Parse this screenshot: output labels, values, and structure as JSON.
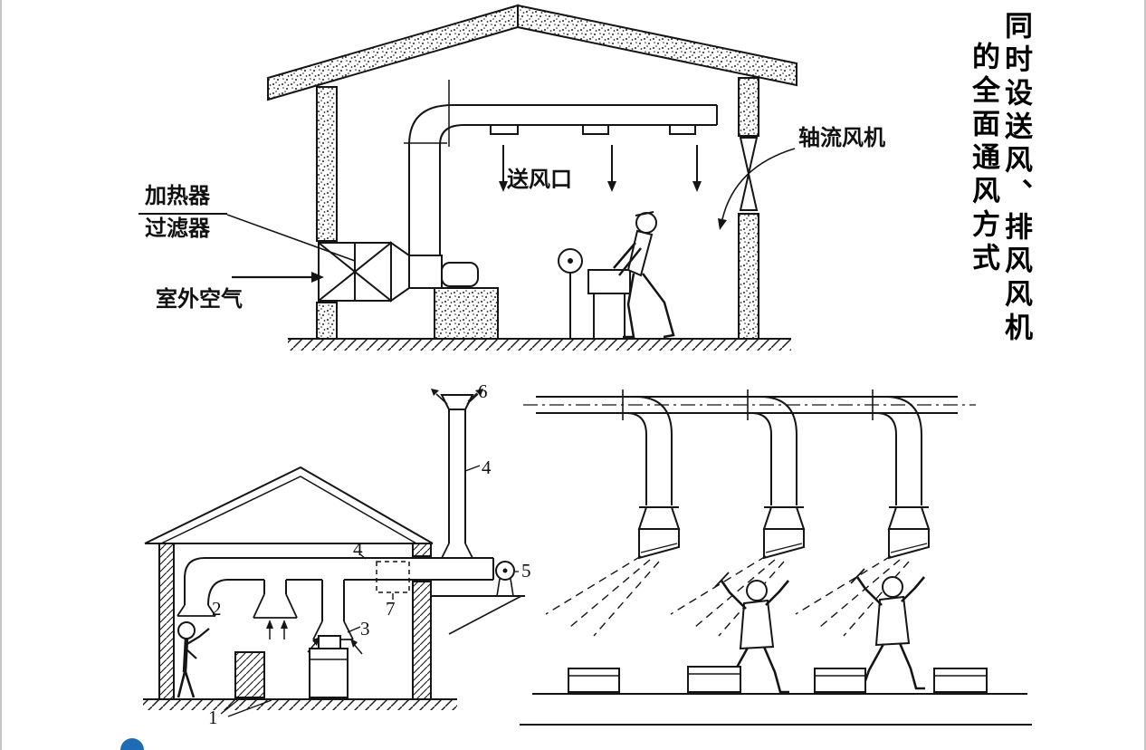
{
  "page": {
    "background": "#ffffff",
    "ink_color": "#151515",
    "edge_strip_color": "#c6c6c6"
  },
  "title_vertical": {
    "column_right": "同时设送风、排风风机",
    "column_left": "的全面通风方式"
  },
  "top_diagram": {
    "label_heater": "加热器",
    "label_filter": "过滤器",
    "label_outdoor_air": "室外空气",
    "label_supply_outlet": "送风口",
    "label_axial_fan": "轴流风机"
  },
  "bottom_left_diagram": {
    "num_floor": "1",
    "num_side_hood": "2",
    "num_canopy_hood": "3",
    "num_duct": "4",
    "num_stack": "4",
    "num_fan": "5",
    "num_cowl": "6",
    "num_damper": "7"
  },
  "footer": {
    "bullet_color": "#1f6cb5",
    "bullet_icon": "circle"
  }
}
